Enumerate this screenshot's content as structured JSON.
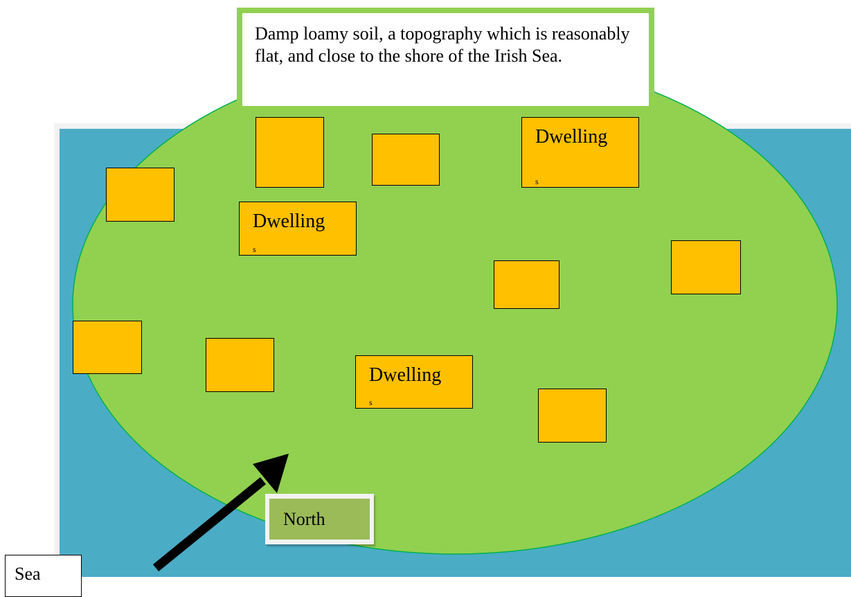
{
  "colors": {
    "sea": "#4bacc6",
    "land": "#92d050",
    "dwelling": "#ffc000",
    "north_box": "#9bbb59",
    "arrow": "#000000"
  },
  "description_box": {
    "text": "Damp loamy soil, a topography which is reasonably flat, and close to the shore of the Irish Sea."
  },
  "dwellings": [
    {
      "label": ""
    },
    {
      "label": ""
    },
    {
      "label": "Dwelling"
    },
    {
      "label": ""
    },
    {
      "label": "Dwelling"
    },
    {
      "label": ""
    },
    {
      "label": ""
    },
    {
      "label": ""
    },
    {
      "label": ""
    },
    {
      "label": "Dwelling"
    },
    {
      "label": ""
    }
  ],
  "north_label": "North",
  "sea_label": "Sea"
}
